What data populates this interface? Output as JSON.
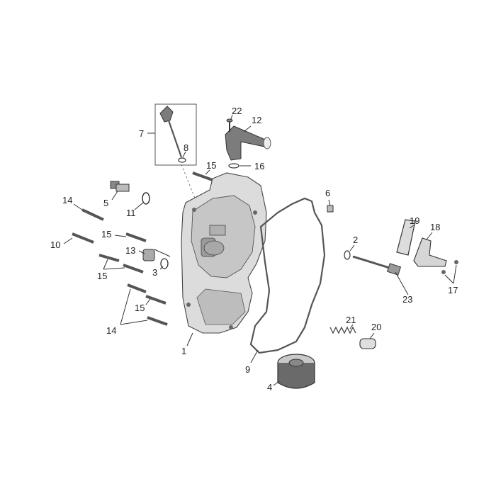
{
  "diagram": {
    "callouts": [
      {
        "id": "c1",
        "text": "1"
      },
      {
        "id": "c2",
        "text": "2"
      },
      {
        "id": "c3",
        "text": "3"
      },
      {
        "id": "c4",
        "text": "4"
      },
      {
        "id": "c5",
        "text": "5"
      },
      {
        "id": "c6",
        "text": "6"
      },
      {
        "id": "c7",
        "text": "7"
      },
      {
        "id": "c8",
        "text": "8"
      },
      {
        "id": "c9",
        "text": "9"
      },
      {
        "id": "c10",
        "text": "10"
      },
      {
        "id": "c11",
        "text": "11"
      },
      {
        "id": "c12",
        "text": "12"
      },
      {
        "id": "c13",
        "text": "13"
      },
      {
        "id": "c14a",
        "text": "14"
      },
      {
        "id": "c14b",
        "text": "14"
      },
      {
        "id": "c15a",
        "text": "15"
      },
      {
        "id": "c15b",
        "text": "15"
      },
      {
        "id": "c15c",
        "text": "15"
      },
      {
        "id": "c15d",
        "text": "15"
      },
      {
        "id": "c16",
        "text": "16"
      },
      {
        "id": "c17",
        "text": "17"
      },
      {
        "id": "c18",
        "text": "18"
      },
      {
        "id": "c19",
        "text": "19"
      },
      {
        "id": "c20",
        "text": "20"
      },
      {
        "id": "c21",
        "text": "21"
      },
      {
        "id": "c22",
        "text": "22"
      },
      {
        "id": "c23",
        "text": "23"
      }
    ]
  }
}
